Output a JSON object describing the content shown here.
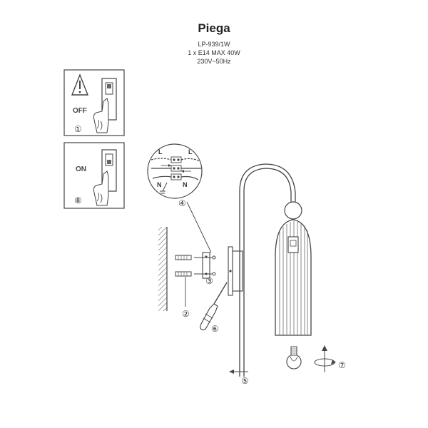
{
  "product": {
    "name": "Piega",
    "model": "LP-939/1W",
    "bulb": "1 x E14 MAX 40W",
    "voltage": "230V~50Hz"
  },
  "panels": {
    "off_label": "OFF",
    "on_label": "ON"
  },
  "wiring": {
    "live": "L",
    "neutral": "N"
  },
  "steps": [
    "①",
    "②",
    "③",
    "④",
    "⑤",
    "⑥",
    "⑦",
    "⑧"
  ]
}
